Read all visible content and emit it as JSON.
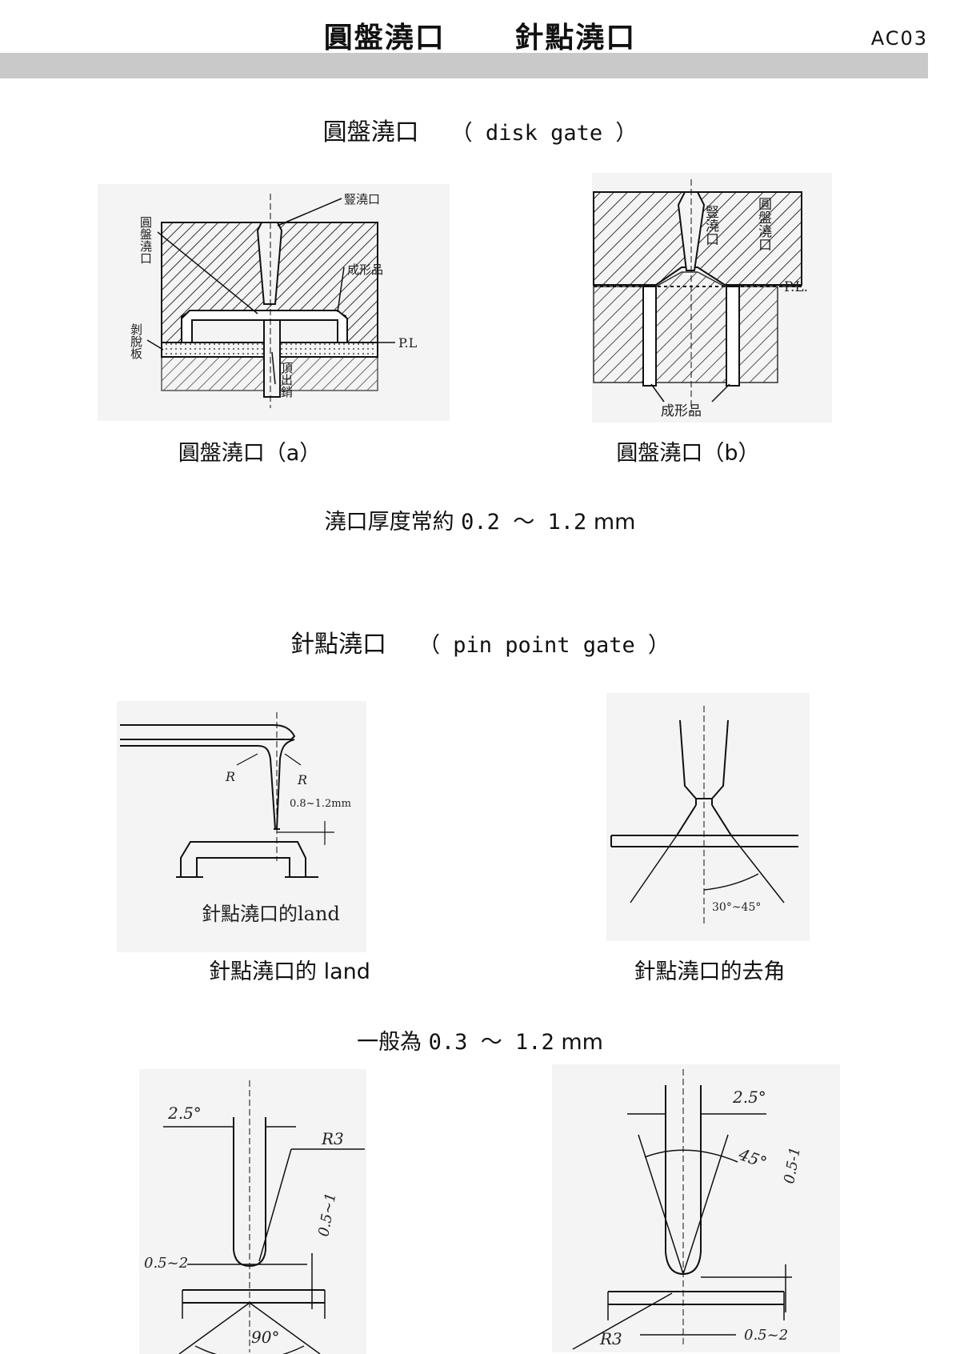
{
  "header": {
    "title_left": "圓盤澆口",
    "title_right": "針點澆口",
    "page_code": "AC03"
  },
  "disk_section": {
    "title_zh": "圓盤澆口",
    "title_en": "（ disk gate ）",
    "fig_a": {
      "caption": "圓盤澆口（a）",
      "labels": {
        "sprue": "豎澆口",
        "disk_gate": "圓盤澆口",
        "molded": "成形品",
        "pl": "P.L",
        "stripper": "剝脫板",
        "ejector": "頂出銷"
      }
    },
    "fig_b": {
      "caption": "圓盤澆口（b）",
      "labels": {
        "sprue": "豎澆口",
        "disk_gate": "圓盤澆口",
        "pl": "P.L.",
        "molded": "成形品"
      }
    },
    "note_prefix": "澆口厚度常約",
    "note_value": "0.2 ～ 1.2",
    "note_unit": "mm"
  },
  "pin_section": {
    "title_zh": "針點澆口",
    "title_en": "（ pin point gate ）",
    "fig_land": {
      "caption": "針點澆口的 land",
      "inner_caption": "針點澆口的land",
      "labels": {
        "r1": "R",
        "r2": "R",
        "dim": "0.8~1.2mm"
      }
    },
    "fig_chamfer": {
      "caption": "針點澆口的去角",
      "labels": {
        "angle": "30°~45°"
      }
    },
    "note_prefix": "一般為",
    "note_value": "0.3 ～ 1.2",
    "note_unit": "mm",
    "fig_left": {
      "labels": {
        "taper": "2.5°",
        "radius": "R3",
        "land": "0.5~2",
        "depth": "0.5~1",
        "angle": "90°"
      }
    },
    "fig_right": {
      "labels": {
        "taper": "2.5°",
        "angle": "45°",
        "depth": "0.5-1",
        "land": "0.5~2",
        "radius": "R3"
      }
    }
  }
}
